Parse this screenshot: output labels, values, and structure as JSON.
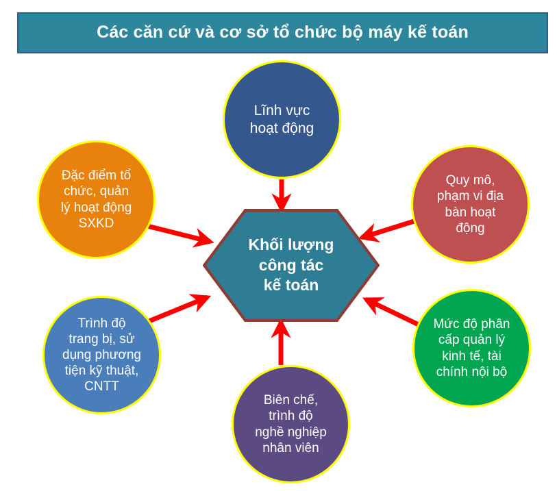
{
  "header": {
    "title": "Các căn cứ và cơ sở tổ chức bộ máy kế toán",
    "background_color": "#2E869C",
    "border_color": "#2E5C8A",
    "text_color": "#FFFFFF"
  },
  "center": {
    "label": "Khối lượng\ncông tác\nkế toán",
    "shape": "hexagon",
    "fill_color": "#2E7D94",
    "border_color": "#8F3A33",
    "text_color": "#FFFFFF"
  },
  "arrows": {
    "color": "#FF0000",
    "count": 6,
    "direction": "inward-to-center"
  },
  "nodes": [
    {
      "id": "linh-vuc-hoat-dong",
      "label": "Lĩnh vực\nhoạt động",
      "position": "top",
      "fill_color": "#34588E",
      "border_color": "#FFFF00",
      "text_color": "#FFFFFF"
    },
    {
      "id": "dac-diem-to-chuc",
      "label": "Đặc điểm tổ\nchức, quản\nlý hoạt động\nSXKD",
      "position": "left-top",
      "fill_color": "#E8820C",
      "border_color": "#FFFF00",
      "text_color": "#FFFFFF"
    },
    {
      "id": "quy-mo-pham-vi",
      "label": "Quy mô,\nphạm vi địa\nbàn hoạt\nđộng",
      "position": "right-top",
      "fill_color": "#BF5052",
      "border_color": "#FFFF00",
      "text_color": "#FFFFFF"
    },
    {
      "id": "muc-do-phan-cap",
      "label": "Mức độ phân\ncấp quản lý\nkinh tế, tài\nchính nội bộ",
      "position": "right-bottom",
      "fill_color": "#00A550",
      "border_color": "#FFFF00",
      "text_color": "#FFFFFF"
    },
    {
      "id": "bien-che-trinh-do",
      "label": "Biên chế,\ntrình độ\nnghề nghiệp\nnhân viên",
      "position": "bottom",
      "fill_color": "#5C4B82",
      "border_color": "#FFFF00",
      "text_color": "#FFFFFF"
    },
    {
      "id": "trinh-do-trang-bi",
      "label": "Trình độ\ntrang bị, sử\ndụng phương\ntiện kỹ thuật,\nCNTT",
      "position": "left-bottom",
      "fill_color": "#4A7EBB",
      "border_color": "#FFFF00",
      "text_color": "#FFFFFF"
    }
  ]
}
